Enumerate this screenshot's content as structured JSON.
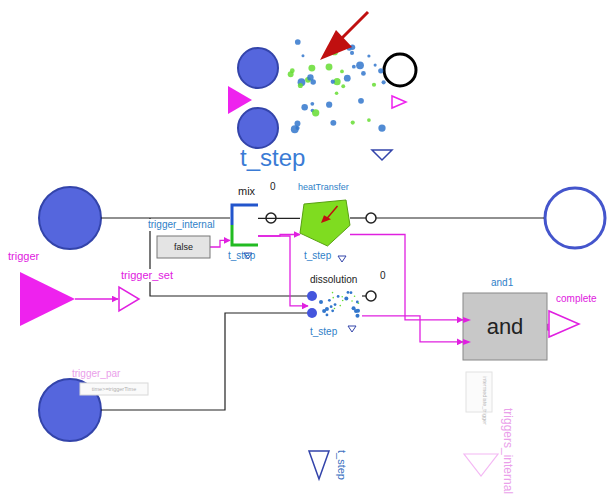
{
  "diagram": {
    "nodes": [
      {
        "text": [
          "trigger"
        ]
      },
      {
        "text": [
          "trigger_set"
        ]
      },
      {
        "text": [
          "trigger_par",
          "time>=triggerTime"
        ]
      },
      {
        "text": [
          "trigger_internal",
          "false"
        ]
      },
      {
        "text": [
          "mix",
          "0",
          "t_step"
        ]
      },
      {
        "text": [
          "heatTransfer",
          "t_step"
        ]
      },
      {
        "text": [
          "dissolution",
          "0",
          "t_step"
        ]
      },
      {
        "text": [
          "and1",
          "and"
        ]
      },
      {
        "text": [
          "complete"
        ]
      },
      {
        "text": [
          "intermediate_trigger",
          "triggers_internal"
        ]
      },
      {
        "text": [
          "t_step"
        ]
      }
    ],
    "edges": [
      {
        "from": 0,
        "to": 1,
        "arrow": "to"
      },
      {
        "from": 3,
        "to": 4,
        "arrow": "to"
      },
      {
        "from": 4,
        "to": 5,
        "arrow": "to"
      },
      {
        "from": 4,
        "to": 6,
        "arrow": "to"
      },
      {
        "from": 5,
        "to": 7,
        "arrow": "to"
      },
      {
        "from": 6,
        "to": 7,
        "arrow": "to"
      },
      {
        "from": 7,
        "to": 8,
        "arrow": "to"
      },
      {
        "from": 4,
        "to": 5,
        "arrow": "none"
      }
    ],
    "labels": [
      "t_step"
    ]
  }
}
